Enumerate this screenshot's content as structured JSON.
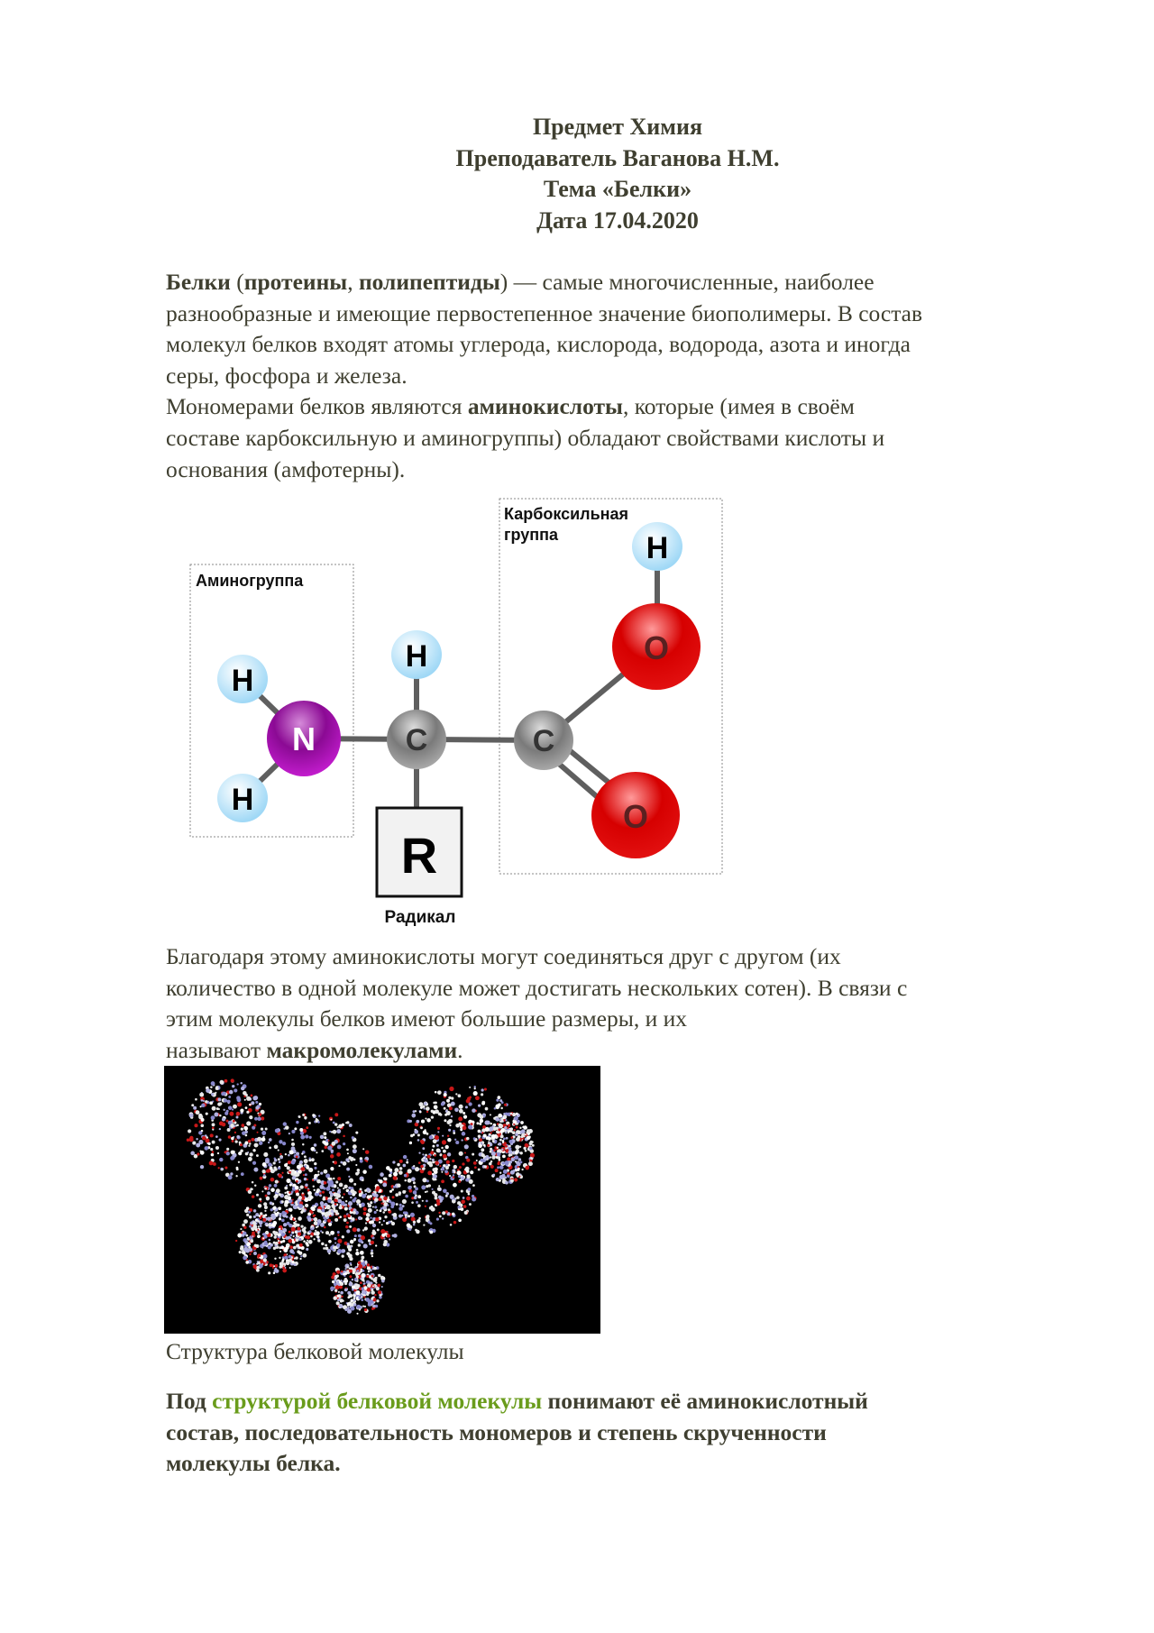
{
  "header": {
    "subject": "Предмет Химия",
    "teacher": "Преподаватель Ваганова Н.М.",
    "topic": "Тема «Белки»",
    "date": "Дата 17.04.2020"
  },
  "para1": {
    "l1_b1": "Белки",
    "l1_t1": " (",
    "l1_b2": "протеины",
    "l1_t2": ", ",
    "l1_b3": "полипептиды",
    "l1_t3": ") — самые многочисленные, наиболее",
    "l2": "разнообразные и имеющие первостепенное значение биополимеры. В состав",
    "l3": "молекул белков входят атомы углерода, кислорода, водорода, азота и иногда",
    "l4": "серы, фосфора и железа.",
    "l5_t1": "Мономерами белков являются ",
    "l5_b1": "аминокислоты",
    "l5_t2": ", которые (имея в своём",
    "l6": "составе карбоксильную и аминогруппы) обладают свойствами кислоты и",
    "l7": "основания (амфотерны)."
  },
  "diagram": {
    "amino_label": "Аминогруппа",
    "carboxyl_label_1": "Карбоксильная",
    "carboxyl_label_2": "группа",
    "radical_label": "Радикал",
    "r_symbol": "R",
    "atoms": {
      "h": "H",
      "n": "N",
      "c": "C",
      "o": "O"
    },
    "colors": {
      "h": "#bfe6fb",
      "n": "#8b0a94",
      "c": "#8a8a8a",
      "o": "#d60000"
    }
  },
  "para2": {
    "l1": "Благодаря этому аминокислоты могут соединяться друг с другом (их",
    "l2": "количество в одной молекуле может достигать нескольких сотен). В связи с",
    "l3": "этим молекулы белков имеют большие размеры, и их",
    "l4_t1": "называют ",
    "l4_b1": "макромолекулами",
    "l4_t2": "."
  },
  "figure": {
    "caption": "Структура белковой молекулы"
  },
  "para3": {
    "l1_b1": "Под ",
    "l1_g": "структурой белковой молекулы",
    "l1_b2": " понимают её аминокислотный",
    "l2": "состав, последовательность мономеров и степень скрученности",
    "l3": "молекулы белка."
  }
}
